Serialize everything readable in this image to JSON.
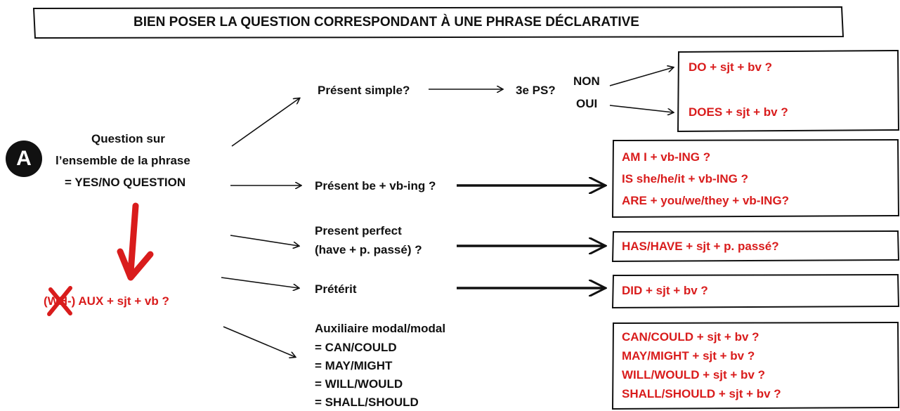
{
  "title": "BIEN POSER LA QUESTION CORRESPONDANT À UNE PHRASE DÉCLARATIVE",
  "badge": "A",
  "root": {
    "line1": "Question sur",
    "line2": "l’ensemble de la phrase",
    "line3": "= YES/NO QUESTION"
  },
  "formula": {
    "crossed": "(WH-)",
    "rest": " AUX + sjt + vb ?"
  },
  "branches": {
    "present_simple": "Présent simple?",
    "third_ps": "3e PS?",
    "non": "NON",
    "oui": "OUI",
    "present_be": "Présent be + vb-ing ?",
    "present_perfect_l1": "Present perfect",
    "present_perfect_l2": "(have + p. passé) ?",
    "preterit": "Prétérit",
    "modal_l1": "Auxiliaire modal/modal",
    "modal_l2": "= CAN/COULD",
    "modal_l3": "= MAY/MIGHT",
    "modal_l4": "= WILL/WOULD",
    "modal_l5": "= SHALL/SHOULD"
  },
  "boxes": {
    "do": "DO + sjt + bv ?",
    "does": "DOES + sjt + bv ?",
    "am": "AM  I + vb-ING ?",
    "is": "IS she/he/it + vb-ING ?",
    "are": "ARE + you/we/they + vb-ING?",
    "has": "HAS/HAVE + sjt + p. passé?",
    "did": "DID + sjt + bv ?",
    "can": "CAN/COULD + sjt + bv ?",
    "may": "MAY/MIGHT + sjt + bv ?",
    "will": "WILL/WOULD + sjt + bv ?",
    "shall": "SHALL/SHOULD + sjt + bv ?"
  },
  "colors": {
    "accent_red": "#d91c1c",
    "ink": "#111111"
  }
}
